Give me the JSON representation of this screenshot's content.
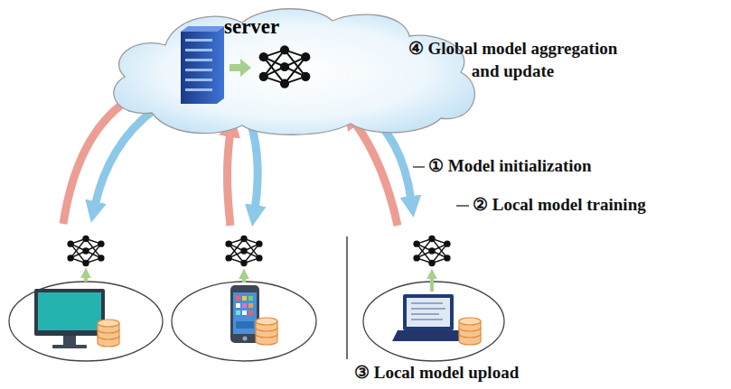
{
  "diagram": {
    "nodes": [
      {
        "text": [
          "server"
        ]
      }
    ],
    "labels": [
      "④ Global model aggregation and update",
      "① Model initialization",
      "② Local model training",
      "③ Local model upload"
    ]
  }
}
